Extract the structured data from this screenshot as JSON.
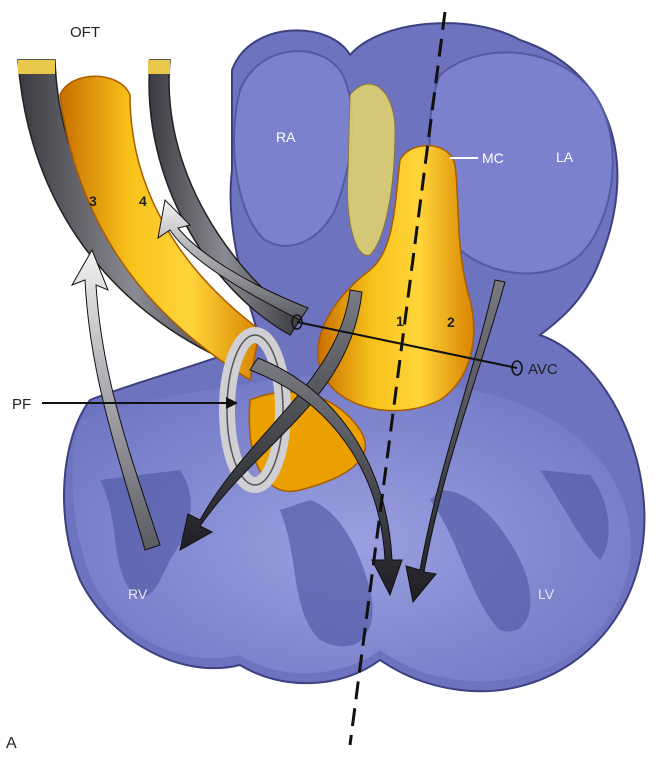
{
  "panel_label": "A",
  "labels": {
    "oft": "OFT",
    "ra": "RA",
    "la": "LA",
    "mc": "MC",
    "rv": "RV",
    "lv": "LV",
    "pf": "PF",
    "avc": "AVC",
    "n1": "1",
    "n2": "2",
    "n3": "3",
    "n4": "4"
  },
  "colors": {
    "ventricle": "#8a8fd6",
    "ventricle_dark": "#4a4f8e",
    "atrium": "#7a7fcc",
    "cushion": "#f6b800",
    "cushion_dark": "#d67d00",
    "wall": "#5f5f66",
    "arrow_light": "#d8d8dc",
    "arrow_dark": "#2e2e34"
  }
}
